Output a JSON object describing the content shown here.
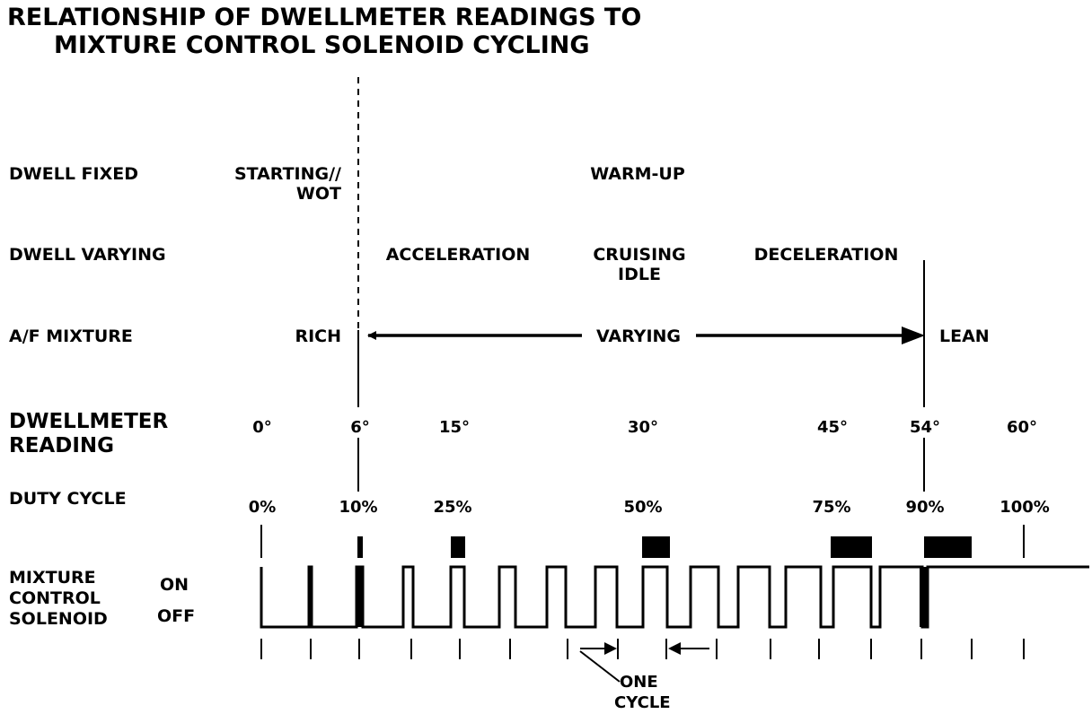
{
  "title": {
    "line1": "RELATIONSHIP OF DWELLMETER READINGS TO",
    "line2": "MIXTURE CONTROL SOLENOID CYCLING"
  },
  "rows": {
    "dwell_fixed": "DWELL FIXED",
    "dwell_varying": "DWELL VARYING",
    "af_mixture": "A/F MIXTURE",
    "dwellmeter_reading_1": "DWELLMETER",
    "dwellmeter_reading_2": "READING",
    "duty_cycle": "DUTY CYCLE",
    "solenoid_1": "MIXTURE",
    "solenoid_2": "CONTROL",
    "solenoid_3": "SOLENOID",
    "on": "ON",
    "off": "OFF"
  },
  "conditions": {
    "starting_1": "STARTING//",
    "starting_2": "WOT",
    "warmup": "WARM-UP",
    "acceleration": "ACCELERATION",
    "cruising_1": "CRUISING",
    "cruising_2": "IDLE",
    "deceleration": "DECELERATION"
  },
  "mixture": {
    "rich": "RICH",
    "varying": "VARYING",
    "lean": "LEAN"
  },
  "dwell_readings": [
    "0°",
    "6°",
    "15°",
    "30°",
    "45°",
    "54°",
    "60°"
  ],
  "duty_cycles": [
    "0%",
    "10%",
    "25%",
    "50%",
    "75%",
    "90%",
    "100%"
  ],
  "one_cycle_1": "ONE",
  "one_cycle_2": "CYCLE"
}
